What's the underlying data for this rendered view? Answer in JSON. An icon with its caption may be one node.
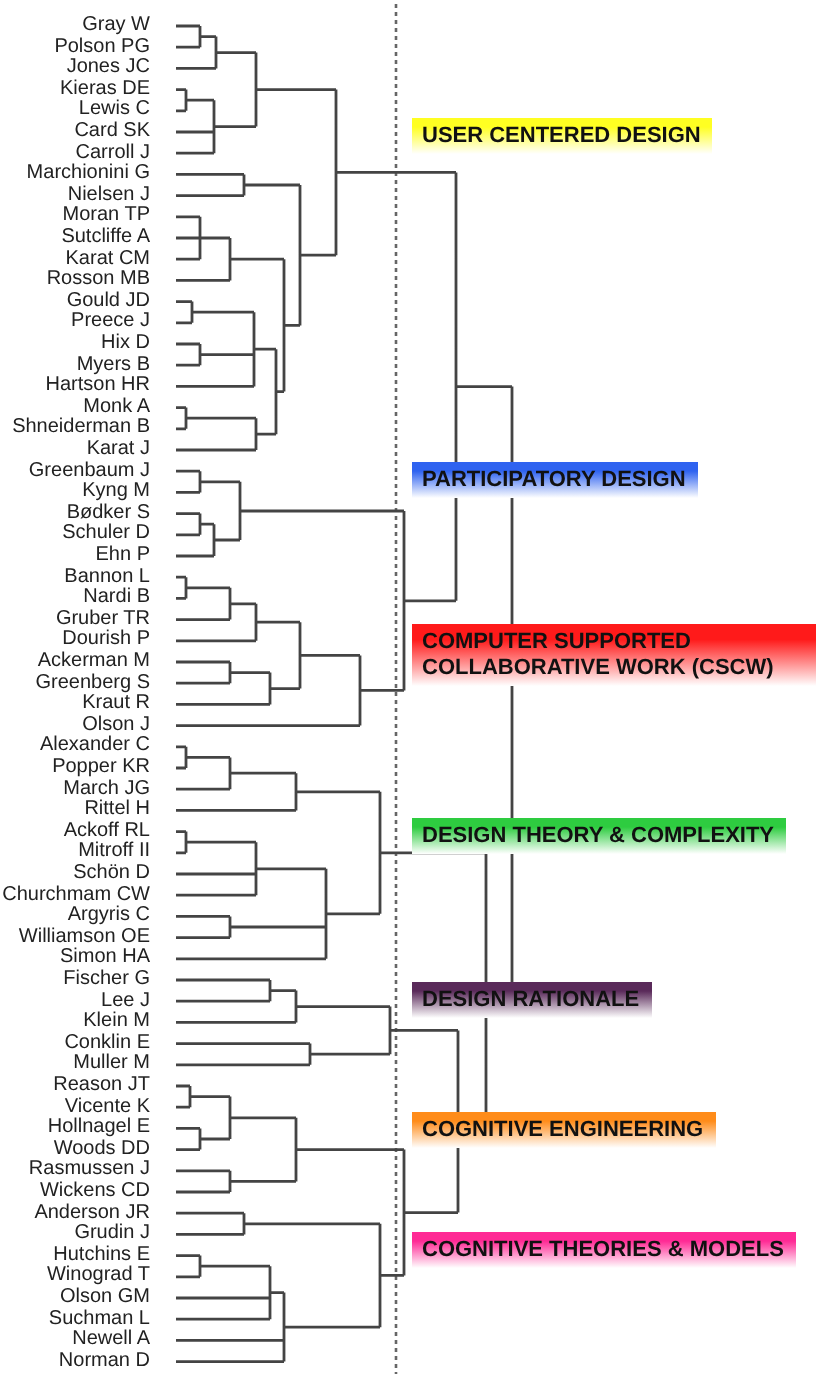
{
  "diagram": {
    "nodes": [
      {
        "text": [
          "USER CENTERED DESIGN"
        ]
      },
      {
        "text": [
          "PARTICIPATORY DESIGN"
        ]
      },
      {
        "text": [
          "COMPUTER SUPPORTED COLLABORATIVE WORK (CSCW)"
        ]
      },
      {
        "text": [
          "DESIGN THEORY & COMPLEXITY"
        ]
      },
      {
        "text": [
          "DESIGN RATIONALE"
        ]
      },
      {
        "text": [
          "COGNITIVE ENGINEERING"
        ]
      },
      {
        "text": [
          "COGNITIVE THEORIES & MODELS"
        ]
      }
    ],
    "labels": [
      "Gray W",
      "Polson PG",
      "Jones JC",
      "Kieras DE",
      "Lewis C",
      "Card SK",
      "Carroll J",
      "Marchionini G",
      "Nielsen J",
      "Moran TP",
      "Sutcliffe A",
      "Karat CM",
      "Rosson MB",
      "Gould JD",
      "Preece J",
      "Hix D",
      "Myers B",
      "Hartson HR",
      "Monk A",
      "Shneiderman B",
      "Karat J",
      "Greenbaum J",
      "Kyng M",
      "Bødker S",
      "Schuler D",
      "Ehn P",
      "Bannon L",
      "Nardi B",
      "Gruber TR",
      "Dourish P",
      "Ackerman M",
      "Greenberg S",
      "Kraut R",
      "Olson J",
      "Alexander C",
      "Popper KR",
      "March JG",
      "Rittel H",
      "Ackoff RL",
      "Mitroff II",
      "Schön D",
      "Churchmam CW",
      "Argyris C",
      "Williamson OE",
      "Simon HA",
      "Fischer G",
      "Lee J",
      "Klein M",
      "Conklin E",
      "Muller M",
      "Reason JT",
      "Vicente K",
      "Hollnagel E",
      "Woods DD",
      "Rasmussen J",
      "Wickens CD",
      "Anderson JR",
      "Grudin J",
      "Hutchins E",
      "Winograd T",
      "Olson GM",
      "Suchman L",
      "Newell A",
      "Norman D"
    ]
  }
}
